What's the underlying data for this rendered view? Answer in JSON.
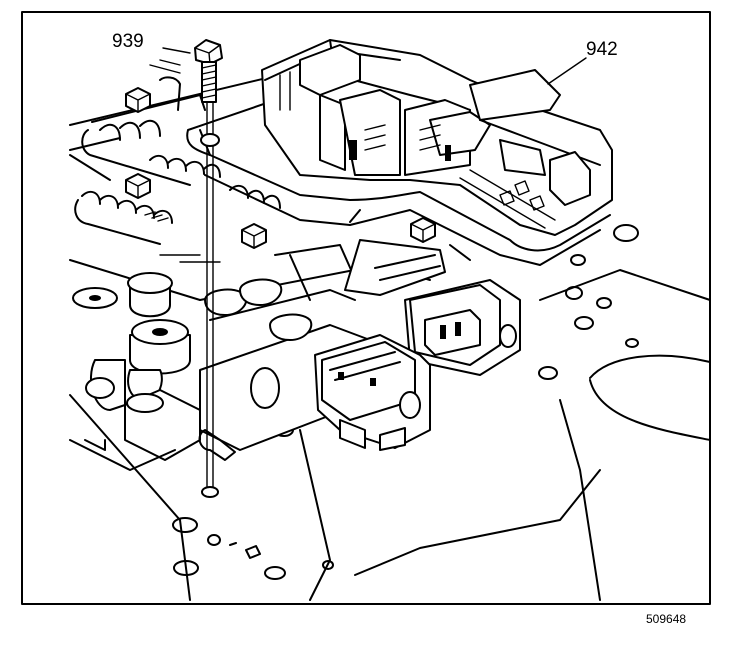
{
  "diagram": {
    "callouts": [
      {
        "id": "bolt",
        "label": "939"
      },
      {
        "id": "module",
        "label": "942"
      }
    ],
    "figure_number": "509648"
  }
}
